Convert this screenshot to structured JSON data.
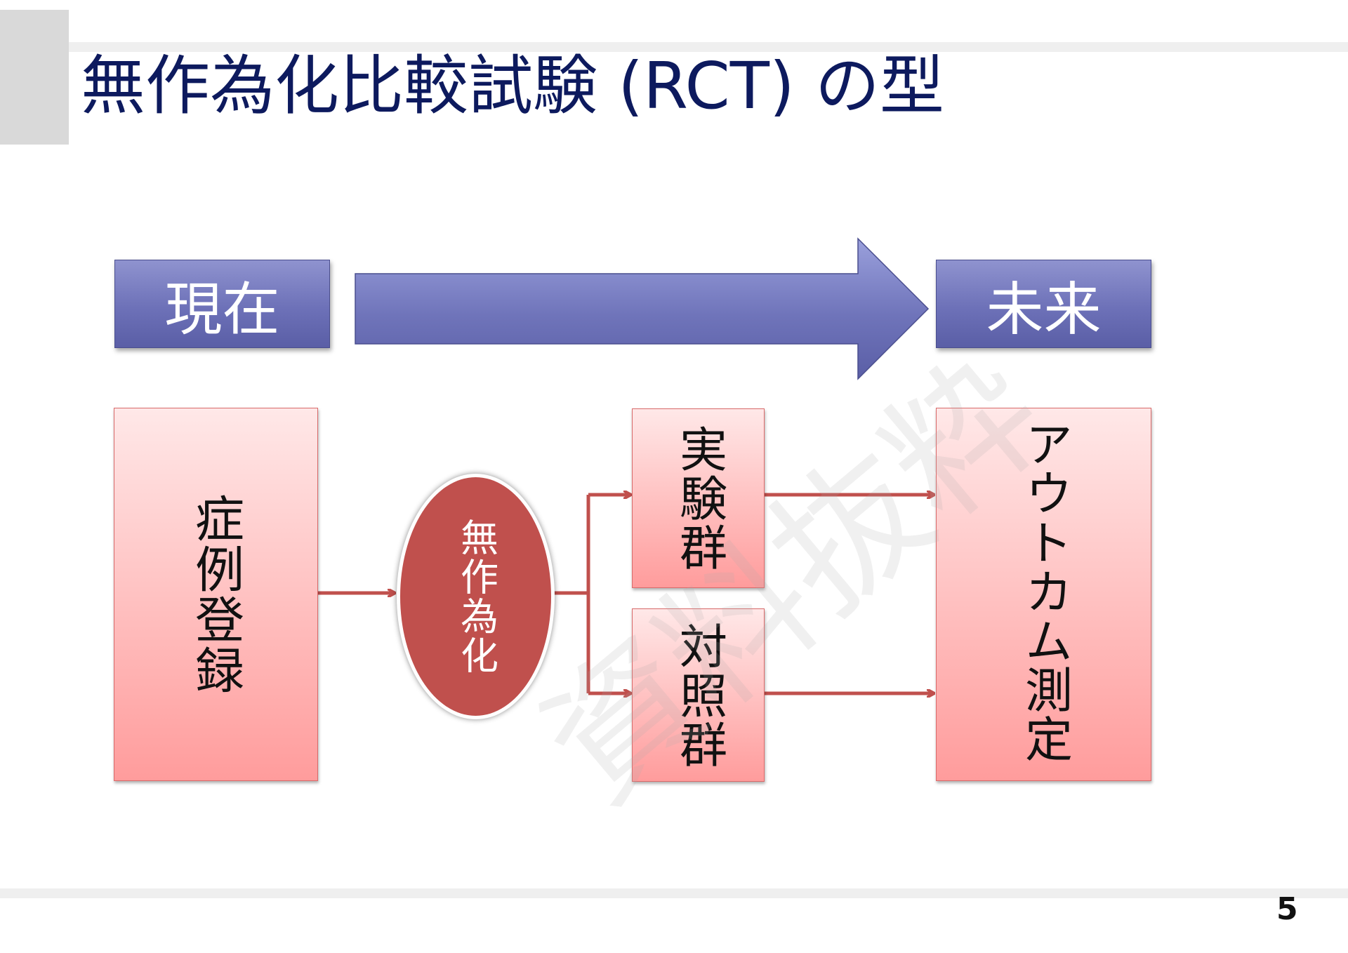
{
  "page": {
    "title": "無作為化比較試験 (RCT) の型",
    "page_number": "5",
    "watermark": "資料抜粋"
  },
  "timeline": {
    "start_label": "現在",
    "end_label": "未来"
  },
  "flow": {
    "registration": "症例登録",
    "randomization": "無作為化",
    "experimental_group": "実験群",
    "control_group": "対照群",
    "outcome": "アウトカム測定"
  },
  "colors": {
    "title_text": "#0d1a5e",
    "blue_box": "#6d71b8",
    "pink_box_top": "#ffe8e8",
    "pink_box_bottom": "#ff9c9c",
    "oval": "#c0504d",
    "connector": "#c0504d"
  }
}
